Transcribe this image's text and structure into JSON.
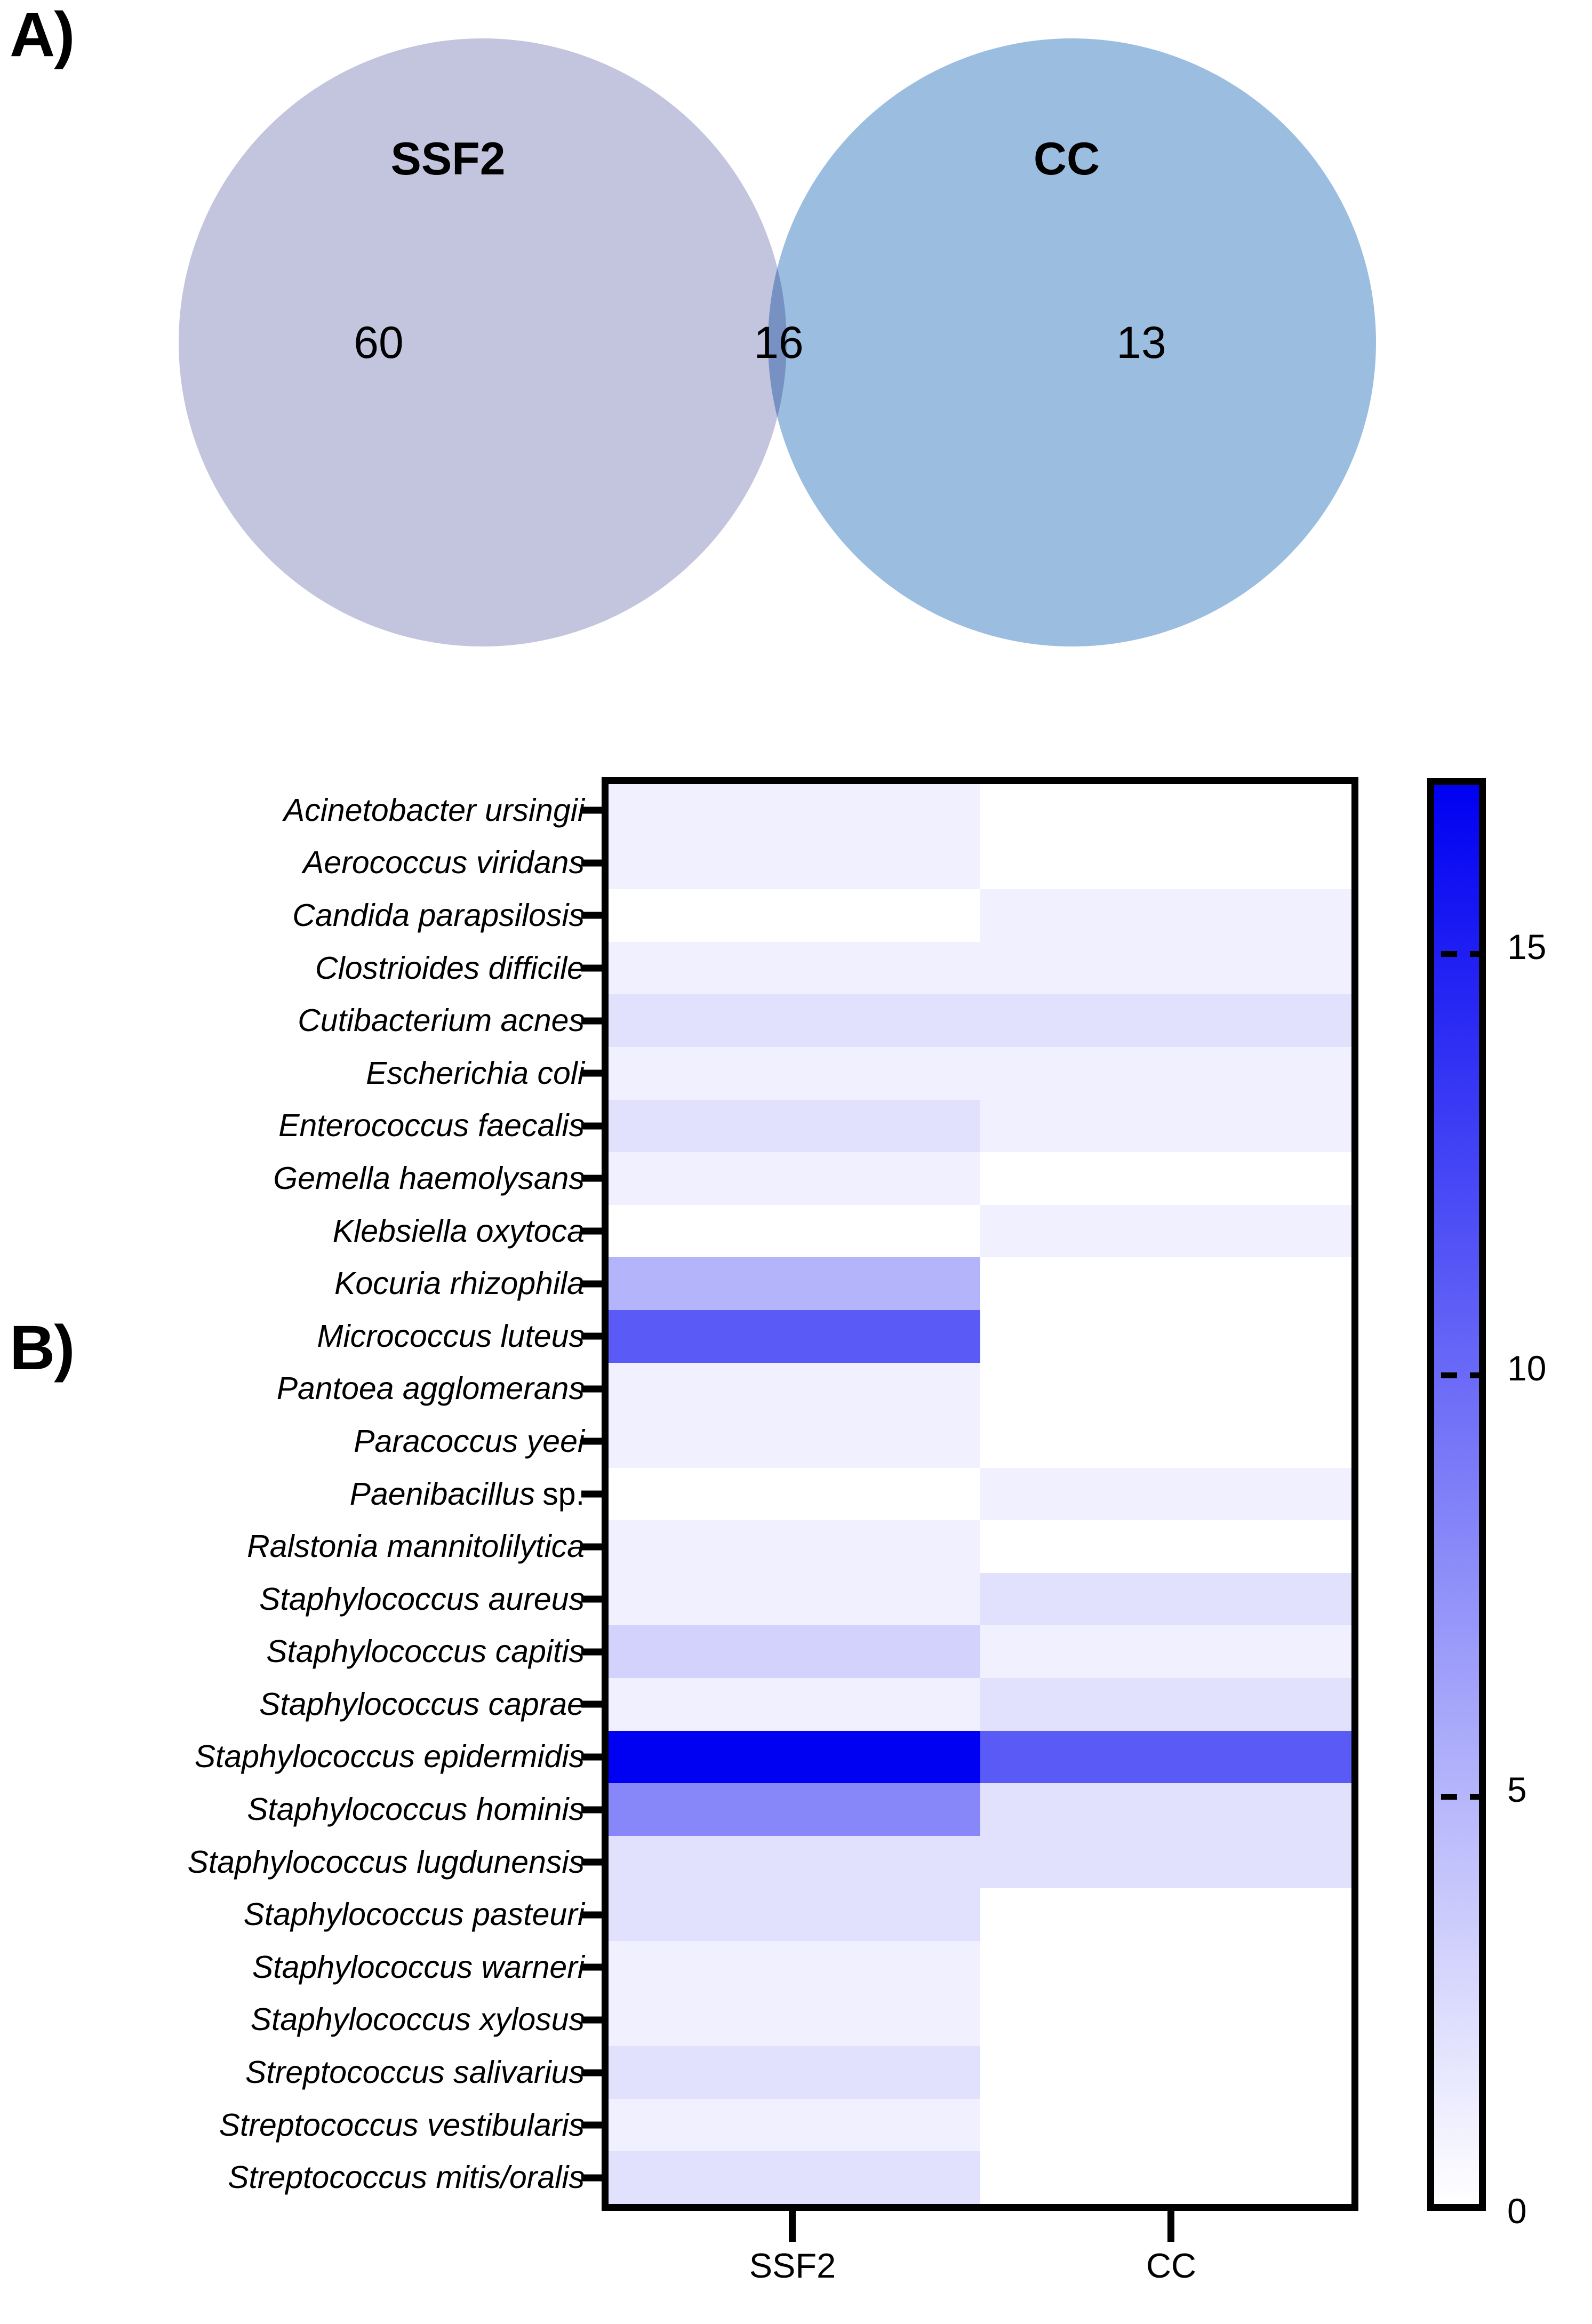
{
  "figure": {
    "panel_a_letter": "A)",
    "panel_b_letter": "B)"
  },
  "venn": {
    "left_set_label": "SSF2",
    "right_set_label": "CC",
    "left_only_count": "60",
    "intersection_count": "16",
    "right_only_count": "13",
    "colors": {
      "left_fill": "#c3c4dd",
      "right_fill": "#9bbde0",
      "overlap_fill": "#8f9cc7"
    }
  },
  "heatmap": {
    "x_tick_labels": [
      "SSF2",
      "CC"
    ],
    "colorbar": {
      "ticks": [
        "15",
        "10",
        "5",
        "0"
      ],
      "tick_values": [
        15,
        10,
        5,
        0
      ],
      "min": 0,
      "max": 17,
      "low_color": "#ffffff",
      "high_color": "#0000f2"
    }
  },
  "chart_data": {
    "type": "heatmap",
    "title": "",
    "xlabel": "",
    "ylabel": "",
    "columns": [
      "SSF2",
      "CC"
    ],
    "rows": [
      "Acinetobacter ursingii",
      "Aerococcus viridans",
      "Candida parapsilosis",
      "Clostrioides difficile",
      "Cutibacterium acnes",
      "Escherichia coli",
      "Enterococcus faecalis",
      "Gemella haemolysans",
      "Klebsiella oxytoca",
      "Kocuria rhizophila",
      "Micrococcus luteus",
      "Pantoea agglomerans",
      "Paracoccus yeei",
      "Paenibacillus sp.",
      "Ralstonia mannitolilytica",
      "Staphylococcus aureus",
      "Staphylococcus capitis",
      "Staphylococcus caprae",
      "Staphylococcus epidermidis",
      "Staphylococcus hominis",
      "Staphylococcus lugdunensis",
      "Staphylococcus pasteuri",
      "Staphylococcus warneri",
      "Staphylococcus xylosus",
      "Streptococcus salivarius",
      "Streptococcus vestibularis",
      "Streptococcus mitis/oralis"
    ],
    "row_label_italic_split": {
      "Paenibacillus sp.": {
        "italic": "Paenibacillus",
        "roman": "sp."
      }
    },
    "values": [
      [
        1,
        0
      ],
      [
        1,
        0
      ],
      [
        0,
        1
      ],
      [
        1,
        1
      ],
      [
        2,
        2
      ],
      [
        1,
        1
      ],
      [
        2,
        1
      ],
      [
        1,
        0
      ],
      [
        0,
        1
      ],
      [
        5,
        0
      ],
      [
        11,
        0
      ],
      [
        1,
        0
      ],
      [
        1,
        0
      ],
      [
        0,
        1
      ],
      [
        1,
        0
      ],
      [
        1,
        2
      ],
      [
        3,
        1
      ],
      [
        1,
        2
      ],
      [
        17,
        11
      ],
      [
        8,
        2
      ],
      [
        2,
        2
      ],
      [
        2,
        0
      ],
      [
        1,
        0
      ],
      [
        1,
        0
      ],
      [
        2,
        0
      ],
      [
        1,
        0
      ],
      [
        2,
        0
      ]
    ],
    "vmin": 0,
    "vmax": 17,
    "colormap": "white-to-blue",
    "legend_position": "right",
    "grid": false
  }
}
